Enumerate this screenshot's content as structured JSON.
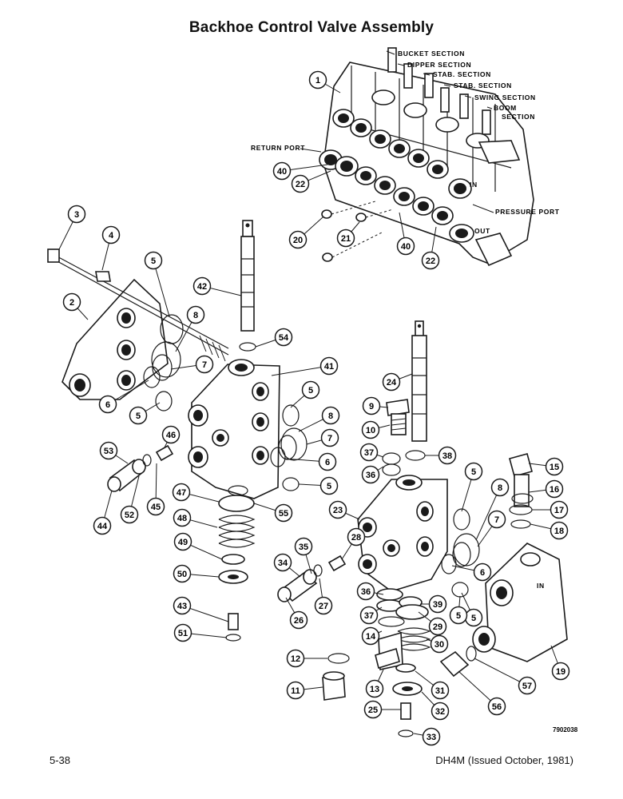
{
  "title": "Backhoe Control Valve Assembly",
  "page_number": "5-38",
  "doc_id": "DH4M (Issued October, 1981)",
  "figure_code": "7902038",
  "section_labels": {
    "bucket": "BUCKET SECTION",
    "dipper": "DIPPER SECTION",
    "stab1": "STAB. SECTION",
    "stab2": "STAB. SECTION",
    "swing": "SWING SECTION",
    "boom1": "BOOM",
    "boom2": "SECTION",
    "return_port": "RETURN PORT",
    "pressure_port": "PRESSURE PORT",
    "in_mark": "IN",
    "out_mark": "OUT",
    "in_mark2": "IN"
  },
  "callouts": {
    "c1": "1",
    "c2": "2",
    "c3": "3",
    "c4": "4",
    "c5a": "5",
    "c5b": "5",
    "c5c": "5",
    "c5d": "5",
    "c5e": "5",
    "c5f": "5",
    "c5g": "5",
    "c6a": "6",
    "c6b": "6",
    "c6c": "6",
    "c7a": "7",
    "c7b": "7",
    "c7c": "7",
    "c8a": "8",
    "c8b": "8",
    "c8c": "8",
    "c9": "9",
    "c10": "10",
    "c11": "11",
    "c12": "12",
    "c13": "13",
    "c14": "14",
    "c15": "15",
    "c16": "16",
    "c17": "17",
    "c18": "18",
    "c19": "19",
    "c20a": "20",
    "c21": "21",
    "c22a": "22",
    "c22b": "22",
    "c23": "23",
    "c24": "24",
    "c25": "25",
    "c26": "26",
    "c27": "27",
    "c28": "28",
    "c29": "29",
    "c30": "30",
    "c31": "31",
    "c32": "32",
    "c33": "33",
    "c34": "34",
    "c35": "35",
    "c36a": "36",
    "c36b": "36",
    "c37a": "37",
    "c37b": "37",
    "c38": "38",
    "c39": "39",
    "c40a": "40",
    "c40b": "40",
    "c41": "41",
    "c42": "42",
    "c43": "43",
    "c44": "44",
    "c45": "45",
    "c46": "46",
    "c47": "47",
    "c48": "48",
    "c49": "49",
    "c50": "50",
    "c51": "51",
    "c52": "52",
    "c53": "53",
    "c54": "54",
    "c55": "55",
    "c56": "56",
    "c57": "57"
  }
}
